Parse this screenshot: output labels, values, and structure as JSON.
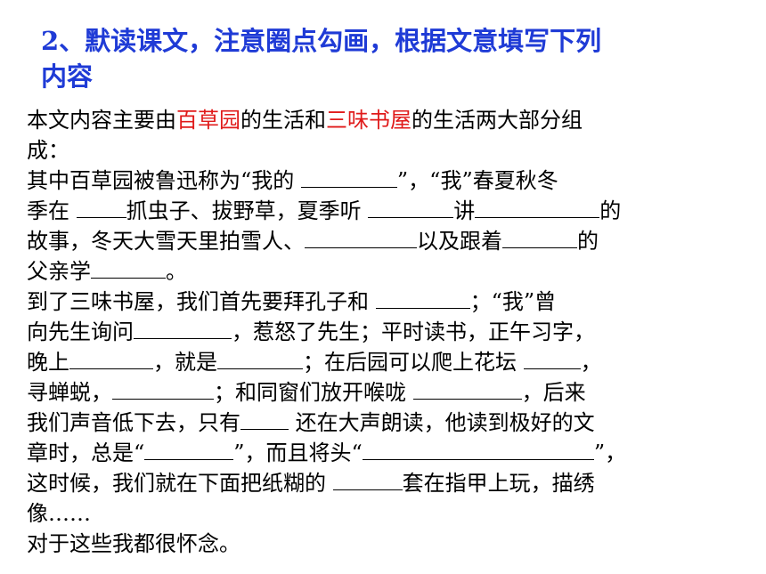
{
  "title": {
    "line1": "2、默读课文，注意圈点勾画，根据文意填写下列",
    "line2": "内容"
  },
  "intro": {
    "part1": " 本文内容主要由",
    "hl1": "百草园",
    "part2": "的生活和",
    "hl2": "三味书屋",
    "part3": "的生活两大部分组",
    "part4": "成："
  },
  "para1": {
    "l1a": " 其中百草园被鲁迅称为“我的 ",
    "l1b": "”，“我”春夏秋冬",
    "l2a": "季在 ",
    "l2b": "抓虫子、拔野草，夏季听 ",
    "l2c": "讲",
    "l2d": "的",
    "l3a": "故事，冬天大雪天里拍雪人、",
    "l3b": "以及跟着",
    "l3c": "的",
    "l4a": "父亲学",
    "l4b": "。"
  },
  "para2": {
    "l1a": "  到了三味书屋，我们首先要拜孔子和 ",
    "l1b": "；“我”曾",
    "l2a": "向先生询问",
    "l2b": "，惹怒了先生；平时读书，正午习字，",
    "l3a": "晚上",
    "l3b": "，就是",
    "l3c": "；在后园可以爬上花坛 ",
    "l3d": "，",
    "l4a": "寻蝉蜕，",
    "l4b": "；和同窗们放开喉咙 ",
    "l4c": "，后来",
    "l5a": "我们声音低下去，只有",
    "l5b": " 还在大声朗读，他读到极好的文",
    "l6a": "章时，总是“",
    "l6b": "”，而且将头“",
    "l6c": "”，",
    "l7a": "这时候，我们就在下面把纸糊的 ",
    "l7b": "套在指甲上玩，描绣",
    "l8a": "像……"
  },
  "closing": "  对于这些我都很怀念。",
  "colors": {
    "title": "#1f3bd6",
    "highlight": "#e01b1b",
    "text": "#000000"
  }
}
